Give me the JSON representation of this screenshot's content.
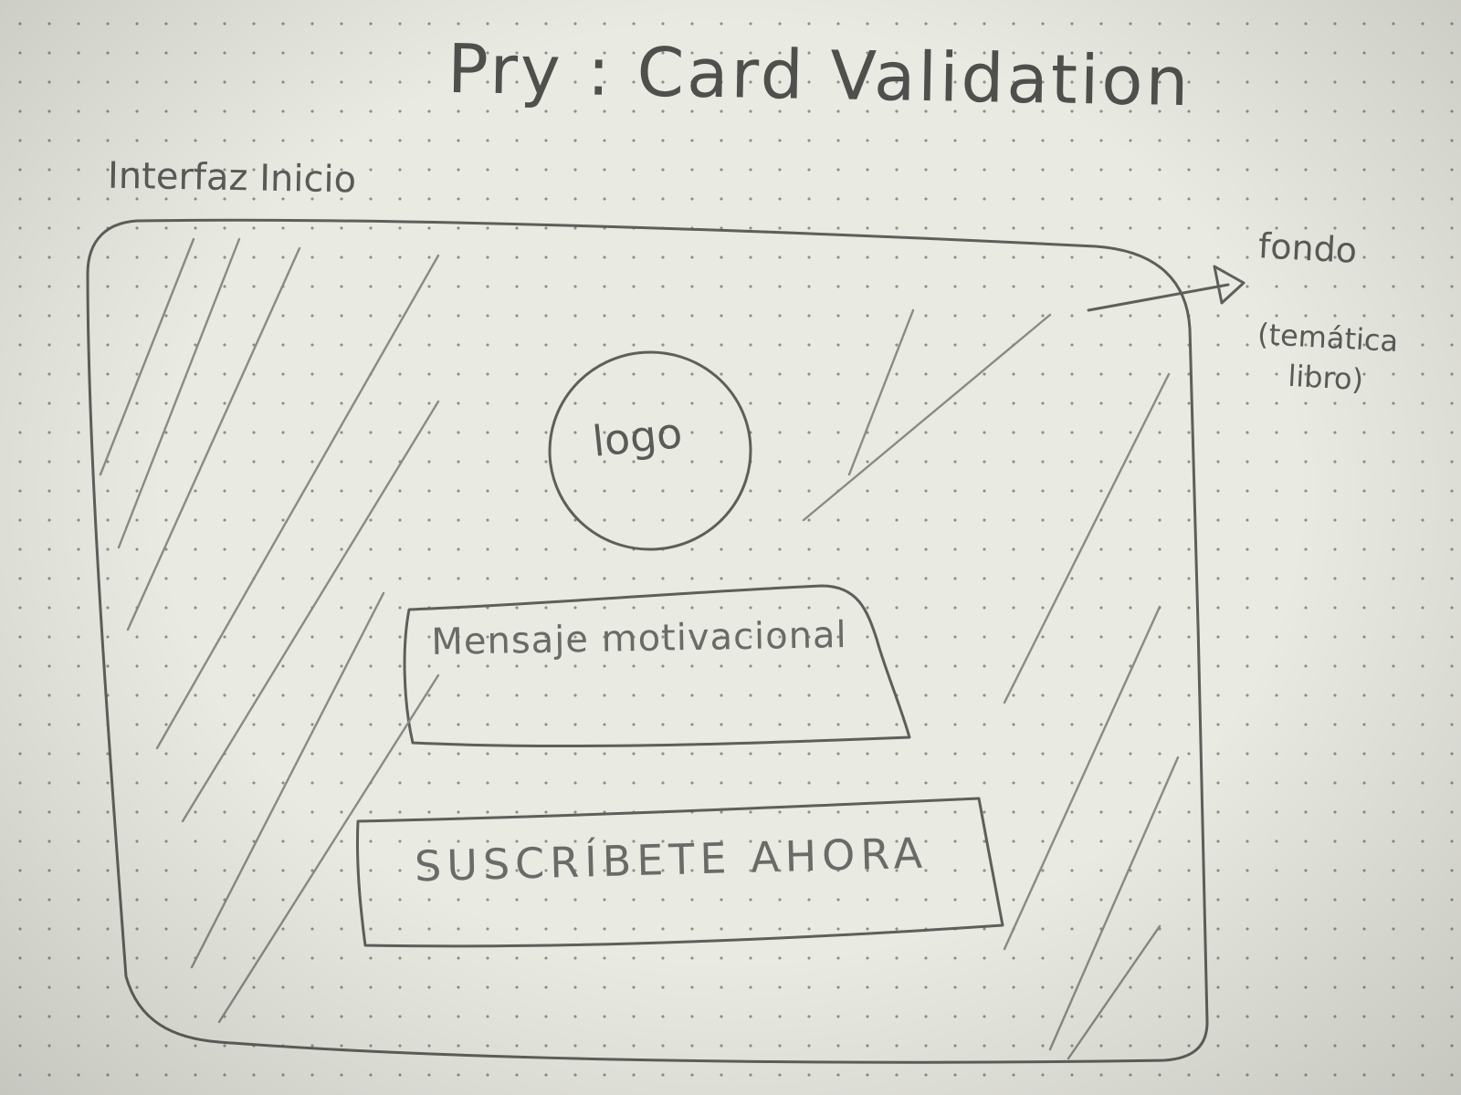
{
  "project_title": "Pry : Card Validation",
  "screen": {
    "label": "Interfaz Inicio",
    "background_label": "fondo",
    "background_note": "(temática libro)",
    "logo_label": "logo",
    "message_label": "Mensaje motivacional",
    "cta_button_label": "SUSCRÍBETE AHORA"
  },
  "colors": {
    "paper": "#e9eae2",
    "pencil": "#5a5a58"
  }
}
